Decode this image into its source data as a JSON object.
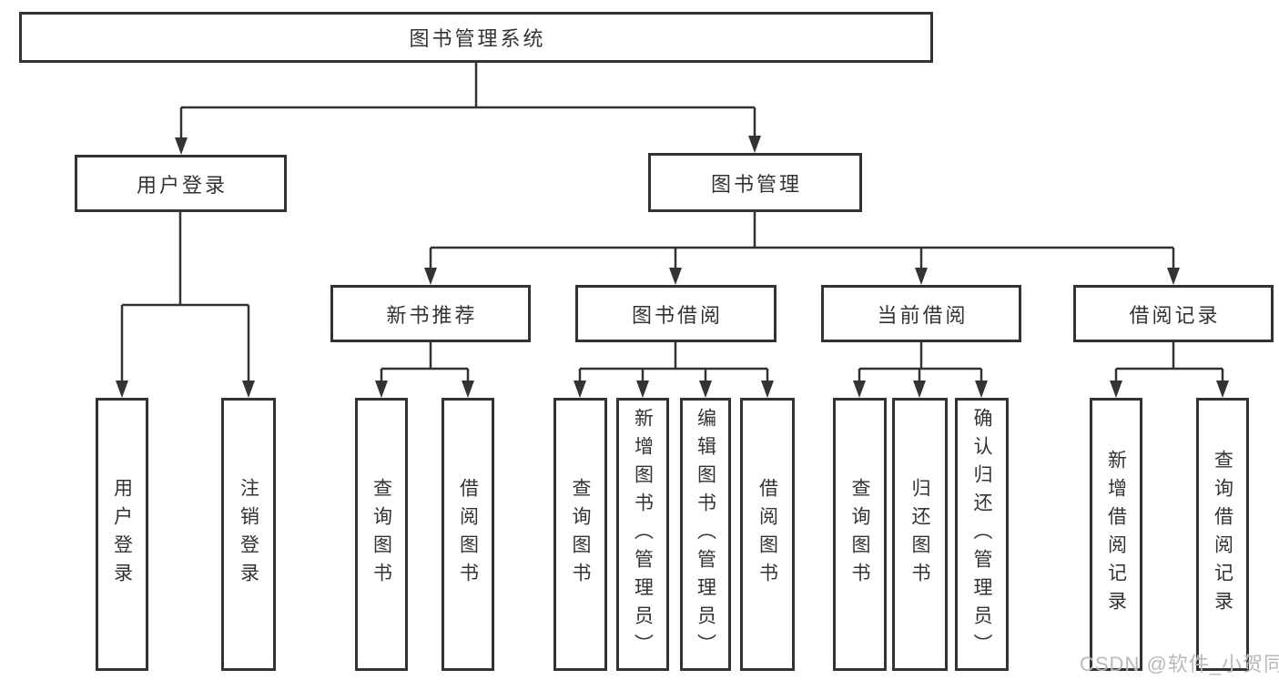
{
  "diagram_title": "图书管理系统",
  "tree": {
    "label": "图书管理系统",
    "children": [
      {
        "label": "用户登录",
        "children": [
          {
            "label": "用户登录"
          },
          {
            "label": "注销登录"
          }
        ]
      },
      {
        "label": "图书管理",
        "children": [
          {
            "label": "新书推荐",
            "children": [
              {
                "label": "查询图书"
              },
              {
                "label": "借阅图书"
              }
            ]
          },
          {
            "label": "图书借阅",
            "children": [
              {
                "label": "查询图书"
              },
              {
                "label": "新增图书（管理员）"
              },
              {
                "label": "编辑图书（管理员）"
              },
              {
                "label": "借阅图书"
              }
            ]
          },
          {
            "label": "当前借阅",
            "children": [
              {
                "label": "查询图书"
              },
              {
                "label": "归还图书"
              },
              {
                "label": "确认归还（管理员）"
              }
            ]
          },
          {
            "label": "借阅记录",
            "children": [
              {
                "label": "新增借阅记录"
              },
              {
                "label": "查询借阅记录"
              }
            ]
          }
        ]
      }
    ]
  },
  "watermark": {
    "text": "CSDN @软件_小贺同学"
  },
  "colors": {
    "line": "#333333",
    "text": "#333333",
    "background": "#ffffff",
    "watermark": "#b9b9b9"
  }
}
